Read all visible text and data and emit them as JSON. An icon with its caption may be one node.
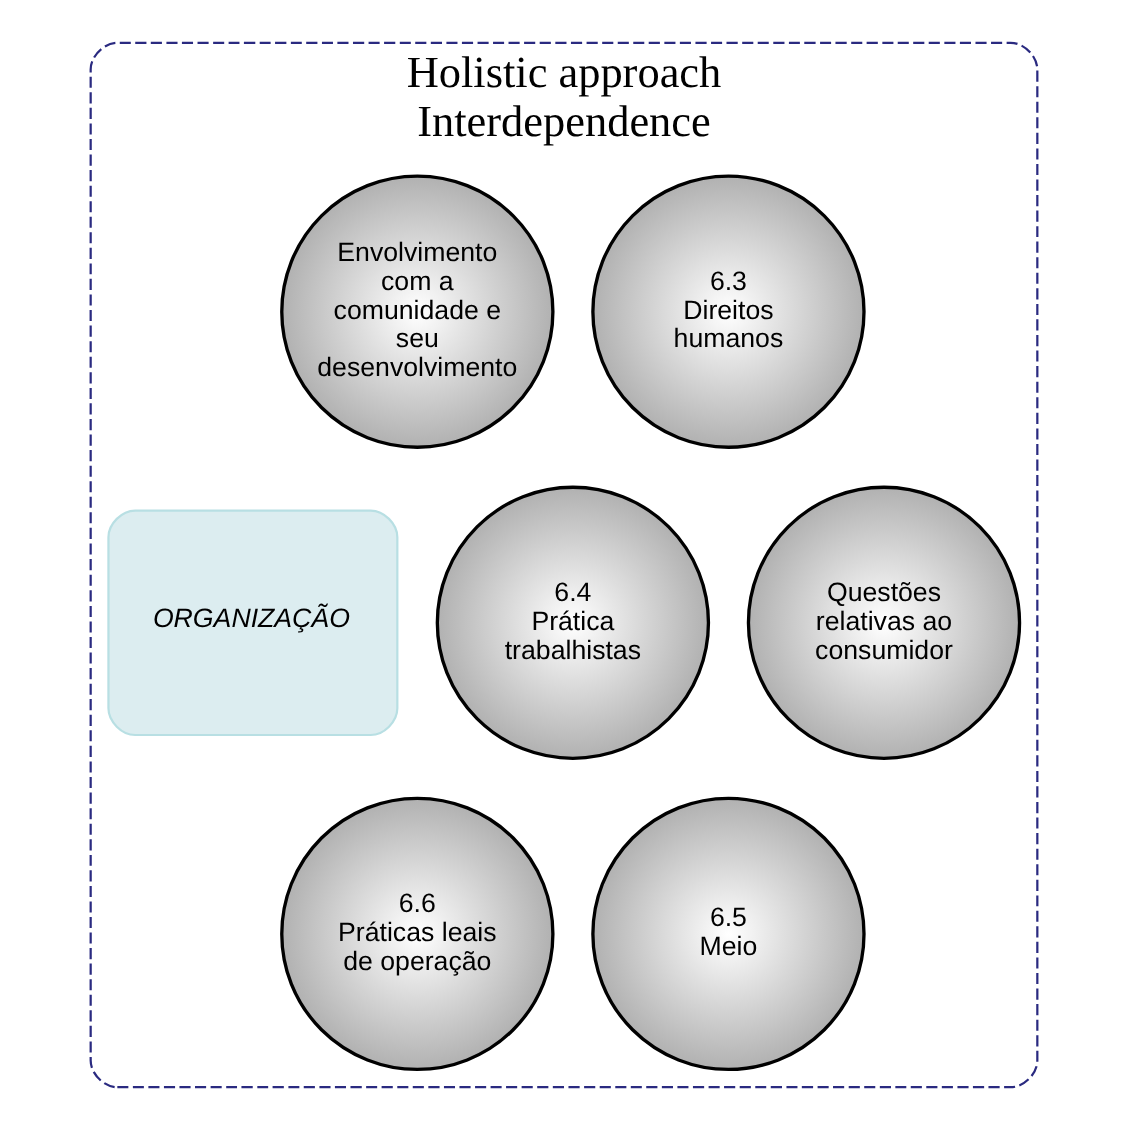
{
  "diagram": {
    "nodes": [
      {
        "text": [
          "Holistic approach",
          "Interdependence"
        ]
      },
      {
        "text": [
          "Envolvimento com a comunidade e seu desenvolvimento"
        ],
        "in": 0
      },
      {
        "text": [
          "6.3",
          "Direitos humanos"
        ],
        "in": 0
      },
      {
        "text": [
          "Questões relativas ao consumidor"
        ],
        "in": 0
      },
      {
        "text": [
          "ORGANIZAÇÃO"
        ],
        "in": 0
      },
      {
        "text": [
          "6.4",
          "Prática trabalhistas"
        ],
        "in": 0
      },
      {
        "text": [
          "6.6",
          "Práticas leais de operação"
        ],
        "in": 0
      },
      {
        "text": [
          "6.5",
          "Meio"
        ],
        "in": 0
      }
    ]
  }
}
